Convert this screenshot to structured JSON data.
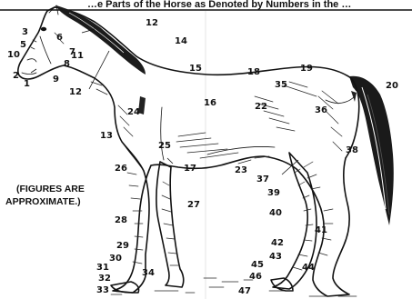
{
  "header_text": "…e Parts of the Horse as Denoted by Numbers in the …",
  "note_lines": [
    "(FIGURES ARE",
    "APPROXIMATE.)"
  ],
  "labels": [
    {
      "id": "n1",
      "text": "1"
    },
    {
      "id": "n2",
      "text": "2"
    },
    {
      "id": "n3",
      "text": "3"
    },
    {
      "id": "n5",
      "text": "5"
    },
    {
      "id": "n6",
      "text": "6"
    },
    {
      "id": "n7",
      "text": "7"
    },
    {
      "id": "n8",
      "text": "8"
    },
    {
      "id": "n9",
      "text": "9"
    },
    {
      "id": "n10",
      "text": "10"
    },
    {
      "id": "n11",
      "text": "11"
    },
    {
      "id": "n12a",
      "text": "12"
    },
    {
      "id": "n12b",
      "text": "12"
    },
    {
      "id": "n13",
      "text": "13"
    },
    {
      "id": "n14",
      "text": "14"
    },
    {
      "id": "n15",
      "text": "15"
    },
    {
      "id": "n16",
      "text": "16"
    },
    {
      "id": "n17",
      "text": "17"
    },
    {
      "id": "n18",
      "text": "18"
    },
    {
      "id": "n19",
      "text": "19"
    },
    {
      "id": "n20",
      "text": "20"
    },
    {
      "id": "n22",
      "text": "22"
    },
    {
      "id": "n23",
      "text": "23"
    },
    {
      "id": "n24",
      "text": "24"
    },
    {
      "id": "n25",
      "text": "25"
    },
    {
      "id": "n26",
      "text": "26"
    },
    {
      "id": "n27",
      "text": "27"
    },
    {
      "id": "n28",
      "text": "28"
    },
    {
      "id": "n29",
      "text": "29"
    },
    {
      "id": "n30",
      "text": "30"
    },
    {
      "id": "n31",
      "text": "31"
    },
    {
      "id": "n32",
      "text": "32"
    },
    {
      "id": "n33",
      "text": "33"
    },
    {
      "id": "n34",
      "text": "34"
    },
    {
      "id": "n35",
      "text": "35"
    },
    {
      "id": "n36",
      "text": "36"
    },
    {
      "id": "n37",
      "text": "37"
    },
    {
      "id": "n38",
      "text": "38"
    },
    {
      "id": "n39",
      "text": "39"
    },
    {
      "id": "n40",
      "text": "40"
    },
    {
      "id": "n41",
      "text": "41"
    },
    {
      "id": "n42",
      "text": "42"
    },
    {
      "id": "n43",
      "text": "43"
    },
    {
      "id": "n44",
      "text": "44"
    },
    {
      "id": "n45",
      "text": "45"
    },
    {
      "id": "n46",
      "text": "46"
    },
    {
      "id": "n47",
      "text": "47"
    }
  ]
}
